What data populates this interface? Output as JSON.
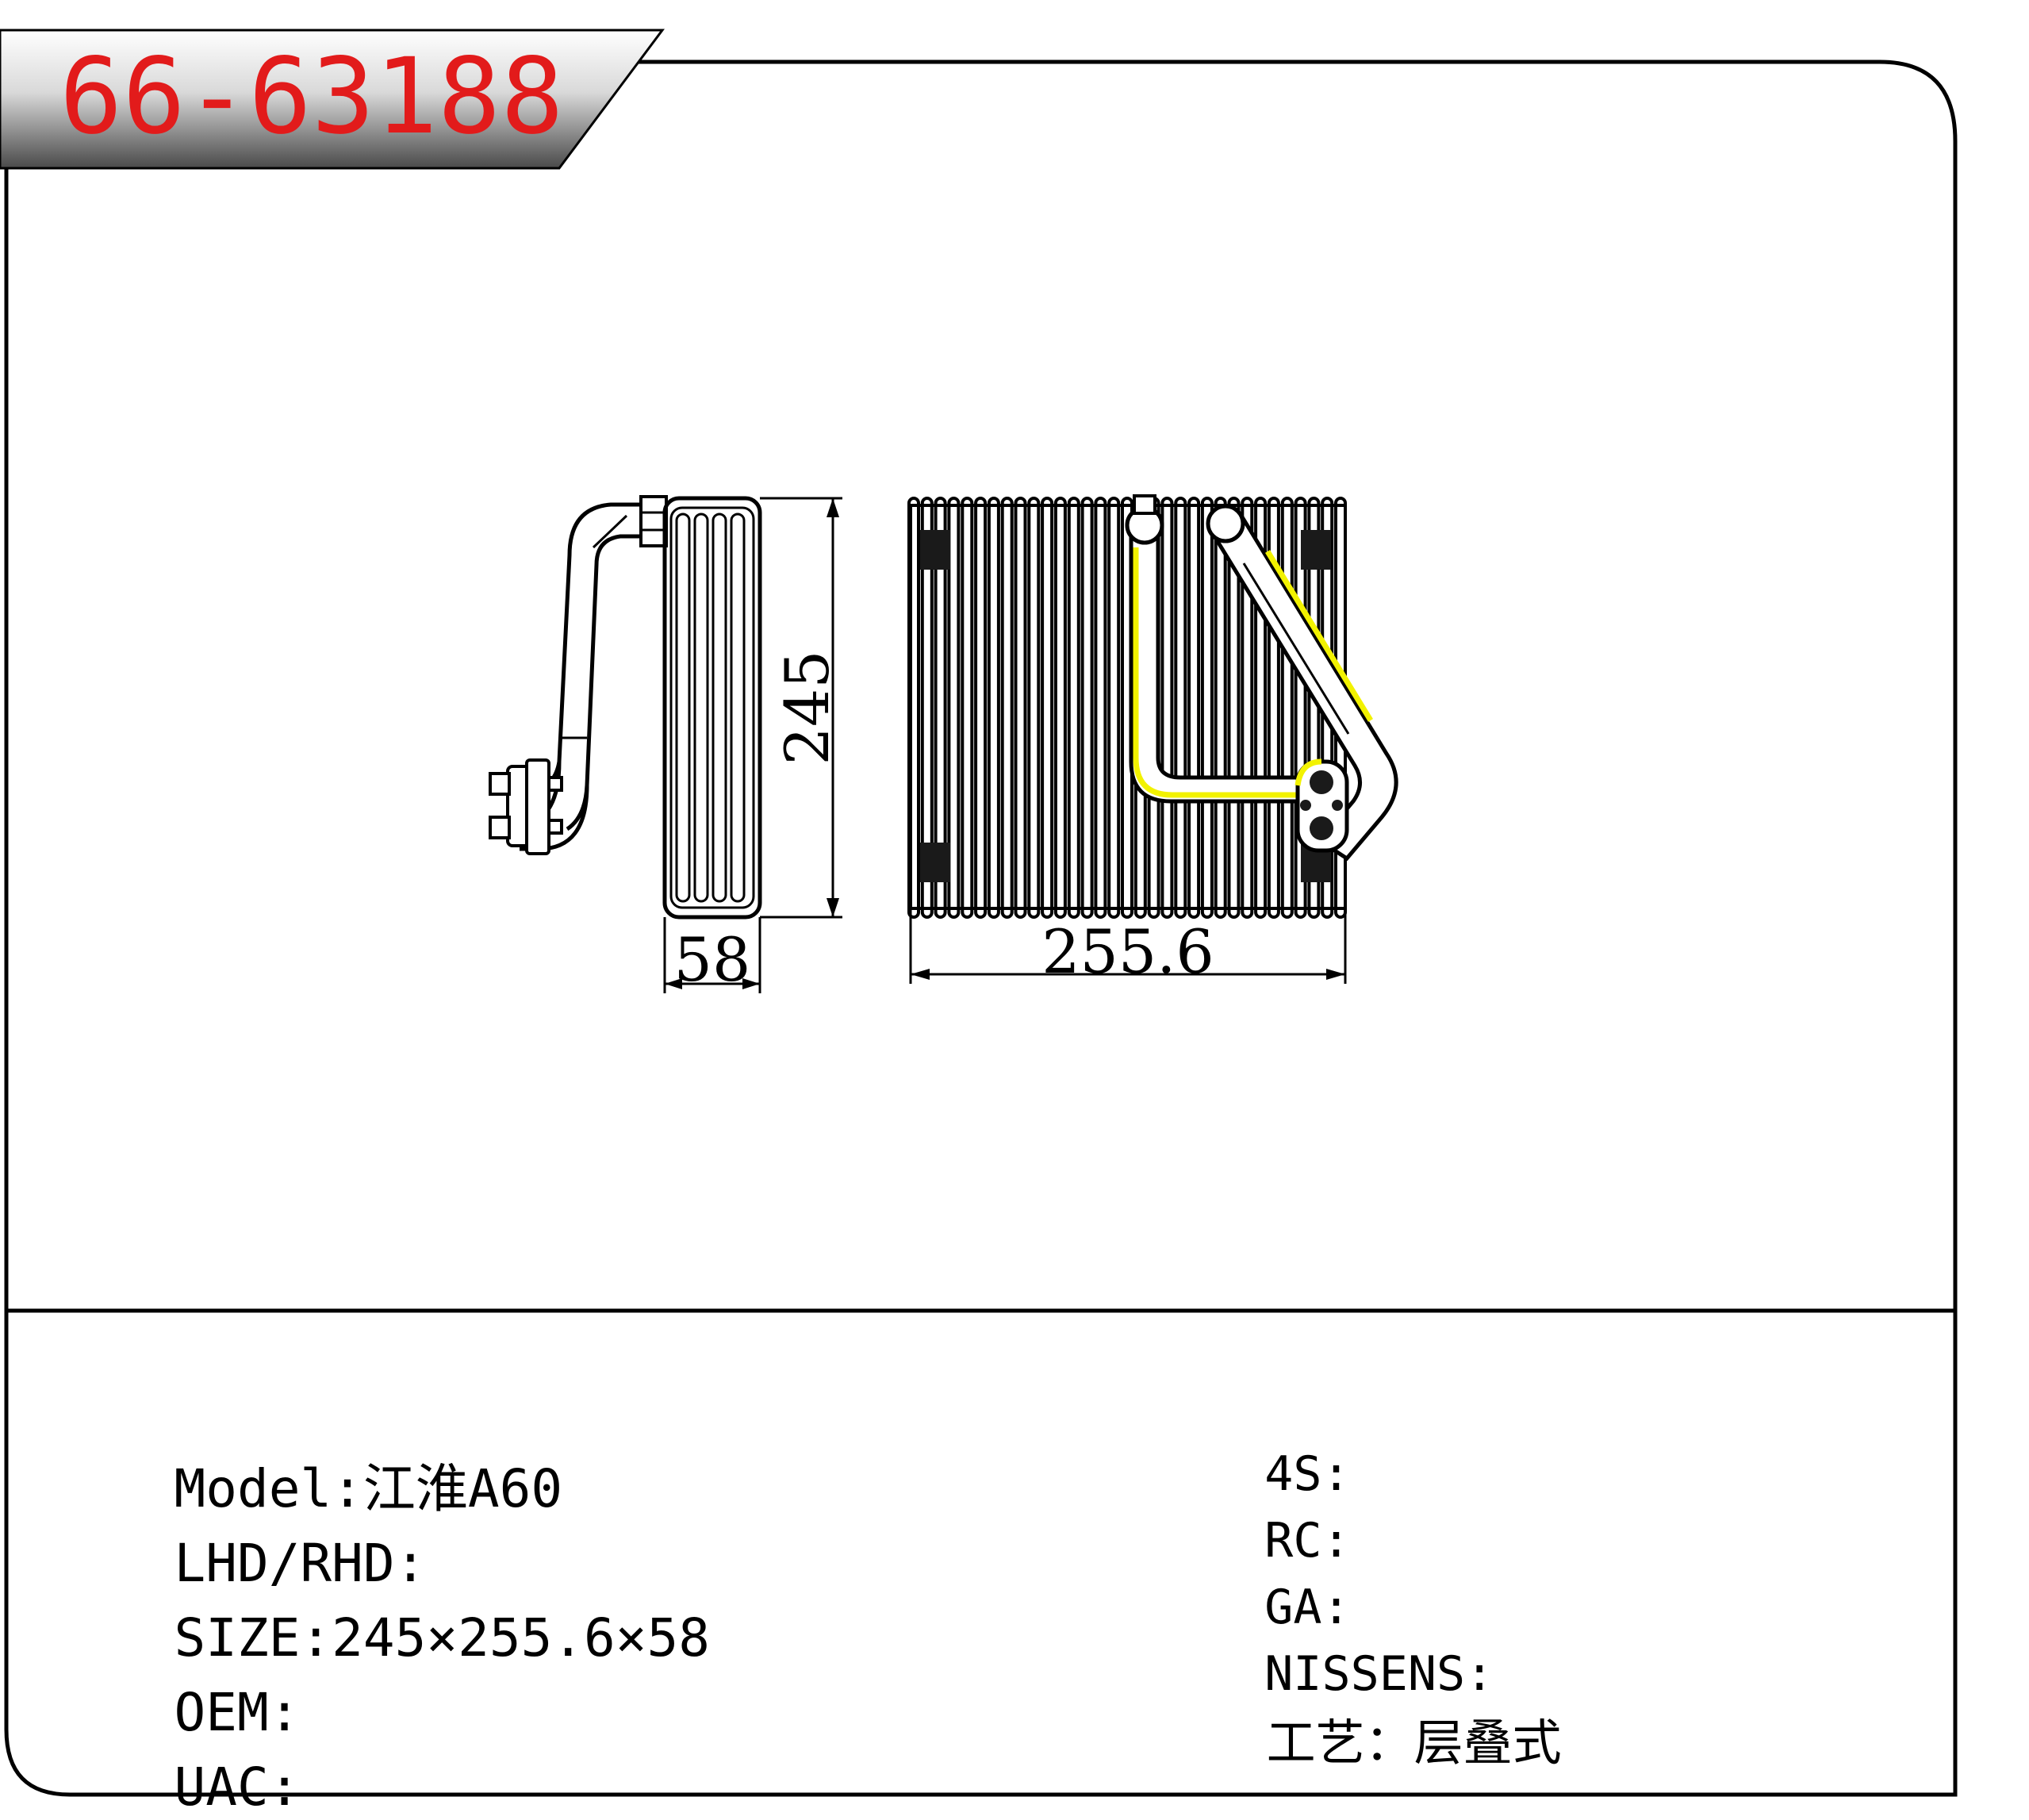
{
  "header": {
    "part_number": "66-63188"
  },
  "drawing": {
    "dimensions": {
      "height": "245",
      "depth": "58",
      "width": "255.6"
    },
    "colors": {
      "outline": "#000000",
      "highlight": "#f2f200",
      "banner_text": "#e21b1b"
    },
    "icons": [
      "evaporator-side-view-icon",
      "evaporator-front-view-icon",
      "pipe-icon",
      "flange-icon"
    ]
  },
  "specs": {
    "left": [
      {
        "key": "Model:",
        "value": "江淮A60"
      },
      {
        "key": "LHD/RHD:",
        "value": ""
      },
      {
        "key": "SIZE:",
        "value": "245×255.6×58"
      },
      {
        "key": "OEM:",
        "value": ""
      },
      {
        "key": "UAC:",
        "value": ""
      }
    ],
    "right": [
      {
        "key": "4S:",
        "value": ""
      },
      {
        "key": "RC:",
        "value": ""
      },
      {
        "key": "GA:",
        "value": ""
      },
      {
        "key": "NISSENS:",
        "value": ""
      },
      {
        "key": "工艺：",
        "value": "层叠式"
      }
    ]
  }
}
